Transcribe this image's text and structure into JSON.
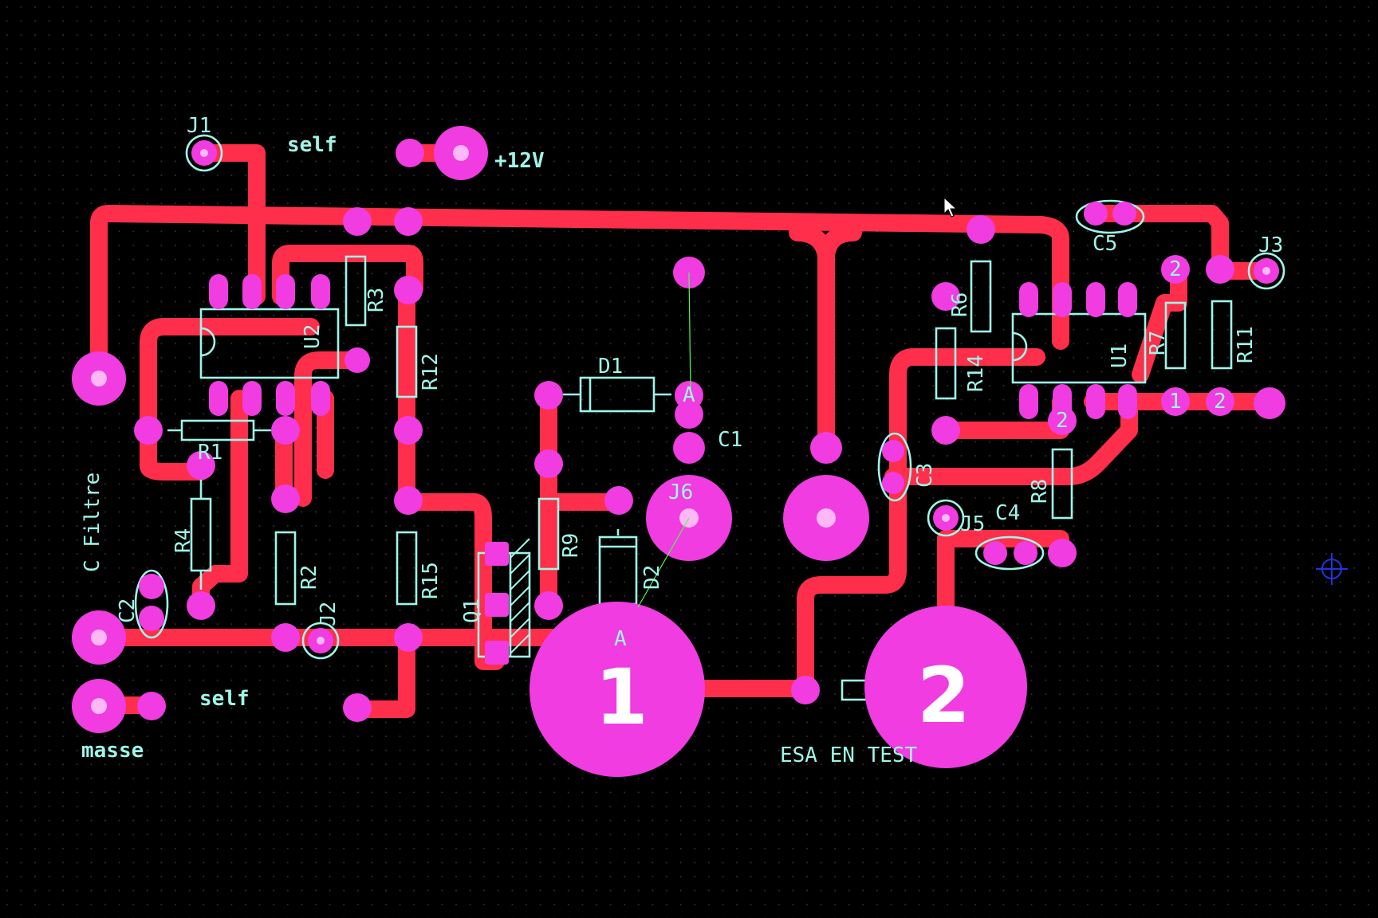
{
  "labels": {
    "j1": "J1",
    "j2": "J2",
    "j3": "J3",
    "j5": "J5",
    "j6": "J6",
    "self_top": "self",
    "self_bottom": "self",
    "plus12v": "+12V",
    "masse": "masse",
    "c_filtre": "C Filtre",
    "esa_en_test": "ESA EN TEST",
    "big1": "1",
    "big2": "2",
    "u1": "U1",
    "u2": "U2",
    "r1": "R1",
    "r2": "R2",
    "r3": "R3",
    "r4": "R4",
    "r6": "R6",
    "r7": "R7",
    "r8": "R8",
    "r9": "R9",
    "r11": "R11",
    "r12": "R12",
    "r14": "R14",
    "r15": "R15",
    "c1": "C1",
    "c2": "C2",
    "c3": "C3",
    "c4": "C4",
    "c5": "C5",
    "d1": "D1",
    "d2": "D2",
    "q1": "Q1",
    "pin2_a": "2",
    "pin1": "1",
    "pin2_b": "2",
    "pin2_c": "2",
    "anode_a": "A",
    "anode_b": "A"
  },
  "colors": {
    "background": "#000000",
    "track": "#ff2e4a",
    "pad": "#f03ce0",
    "silkscreen": "#9ff5e8",
    "grid_dot": "#3a3a3a",
    "ratsnest": "#4cff4c",
    "crosshair": "#2233dd"
  },
  "icons": {
    "cursor": "arrow-pointer-icon",
    "crosshair": "crosshair-target-icon"
  }
}
